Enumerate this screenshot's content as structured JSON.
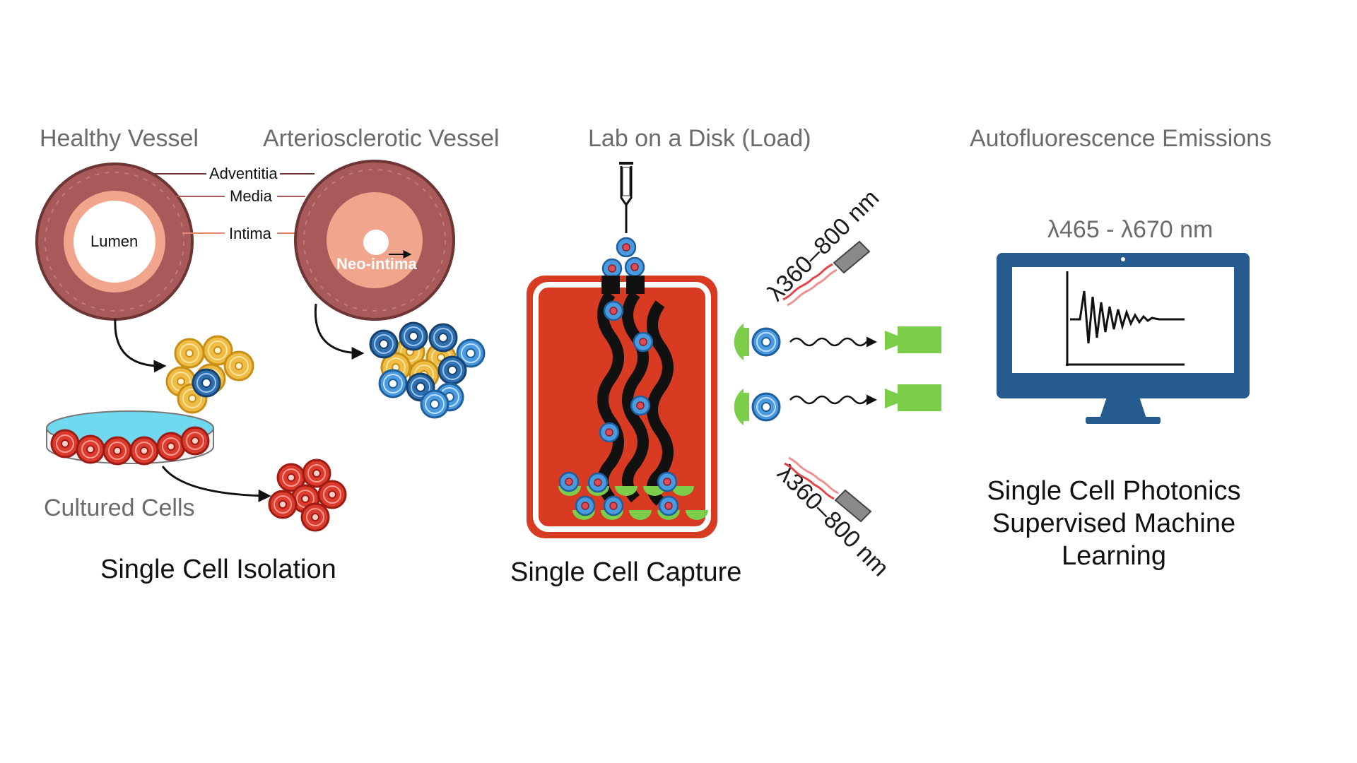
{
  "headers": {
    "healthy_vessel": "Healthy Vessel",
    "arteriosclerotic_vessel": "Arteriosclerotic Vessel",
    "lab_on_disk": "Lab on a Disk (Load)",
    "autofluorescence": "Autofluorescence Emissions"
  },
  "vessel_labels": {
    "adventitia": "Adventitia",
    "media": "Media",
    "intima": "Intima",
    "lumen": "Lumen",
    "neo_intima": "Neo-intima"
  },
  "cultured_cells": "Cultured Cells",
  "captions": {
    "isolation": "Single Cell Isolation",
    "capture": "Single Cell Capture",
    "photonics_line1": "Single Cell Photonics",
    "photonics_line2": "Supervised Machine",
    "photonics_line3": "Learning"
  },
  "wavelengths": {
    "excitation_top": "λ360–800 nm",
    "excitation_bottom": "λ360–800 nm",
    "emission_range": "λ465 - λ670 nm"
  },
  "colors": {
    "vessel_wall": "#a85a5a",
    "vessel_intima": "#f0a58c",
    "disk_red": "#d93a22",
    "healthy_cell_yellow": "#e8b23a",
    "diseased_cell_blue": "#3d8fd6",
    "cultured_cell_red": "#d8302a",
    "capture_green": "#7ccd4a",
    "monitor_blue": "#255b8e",
    "dish_liquid": "#6fd9ef"
  }
}
